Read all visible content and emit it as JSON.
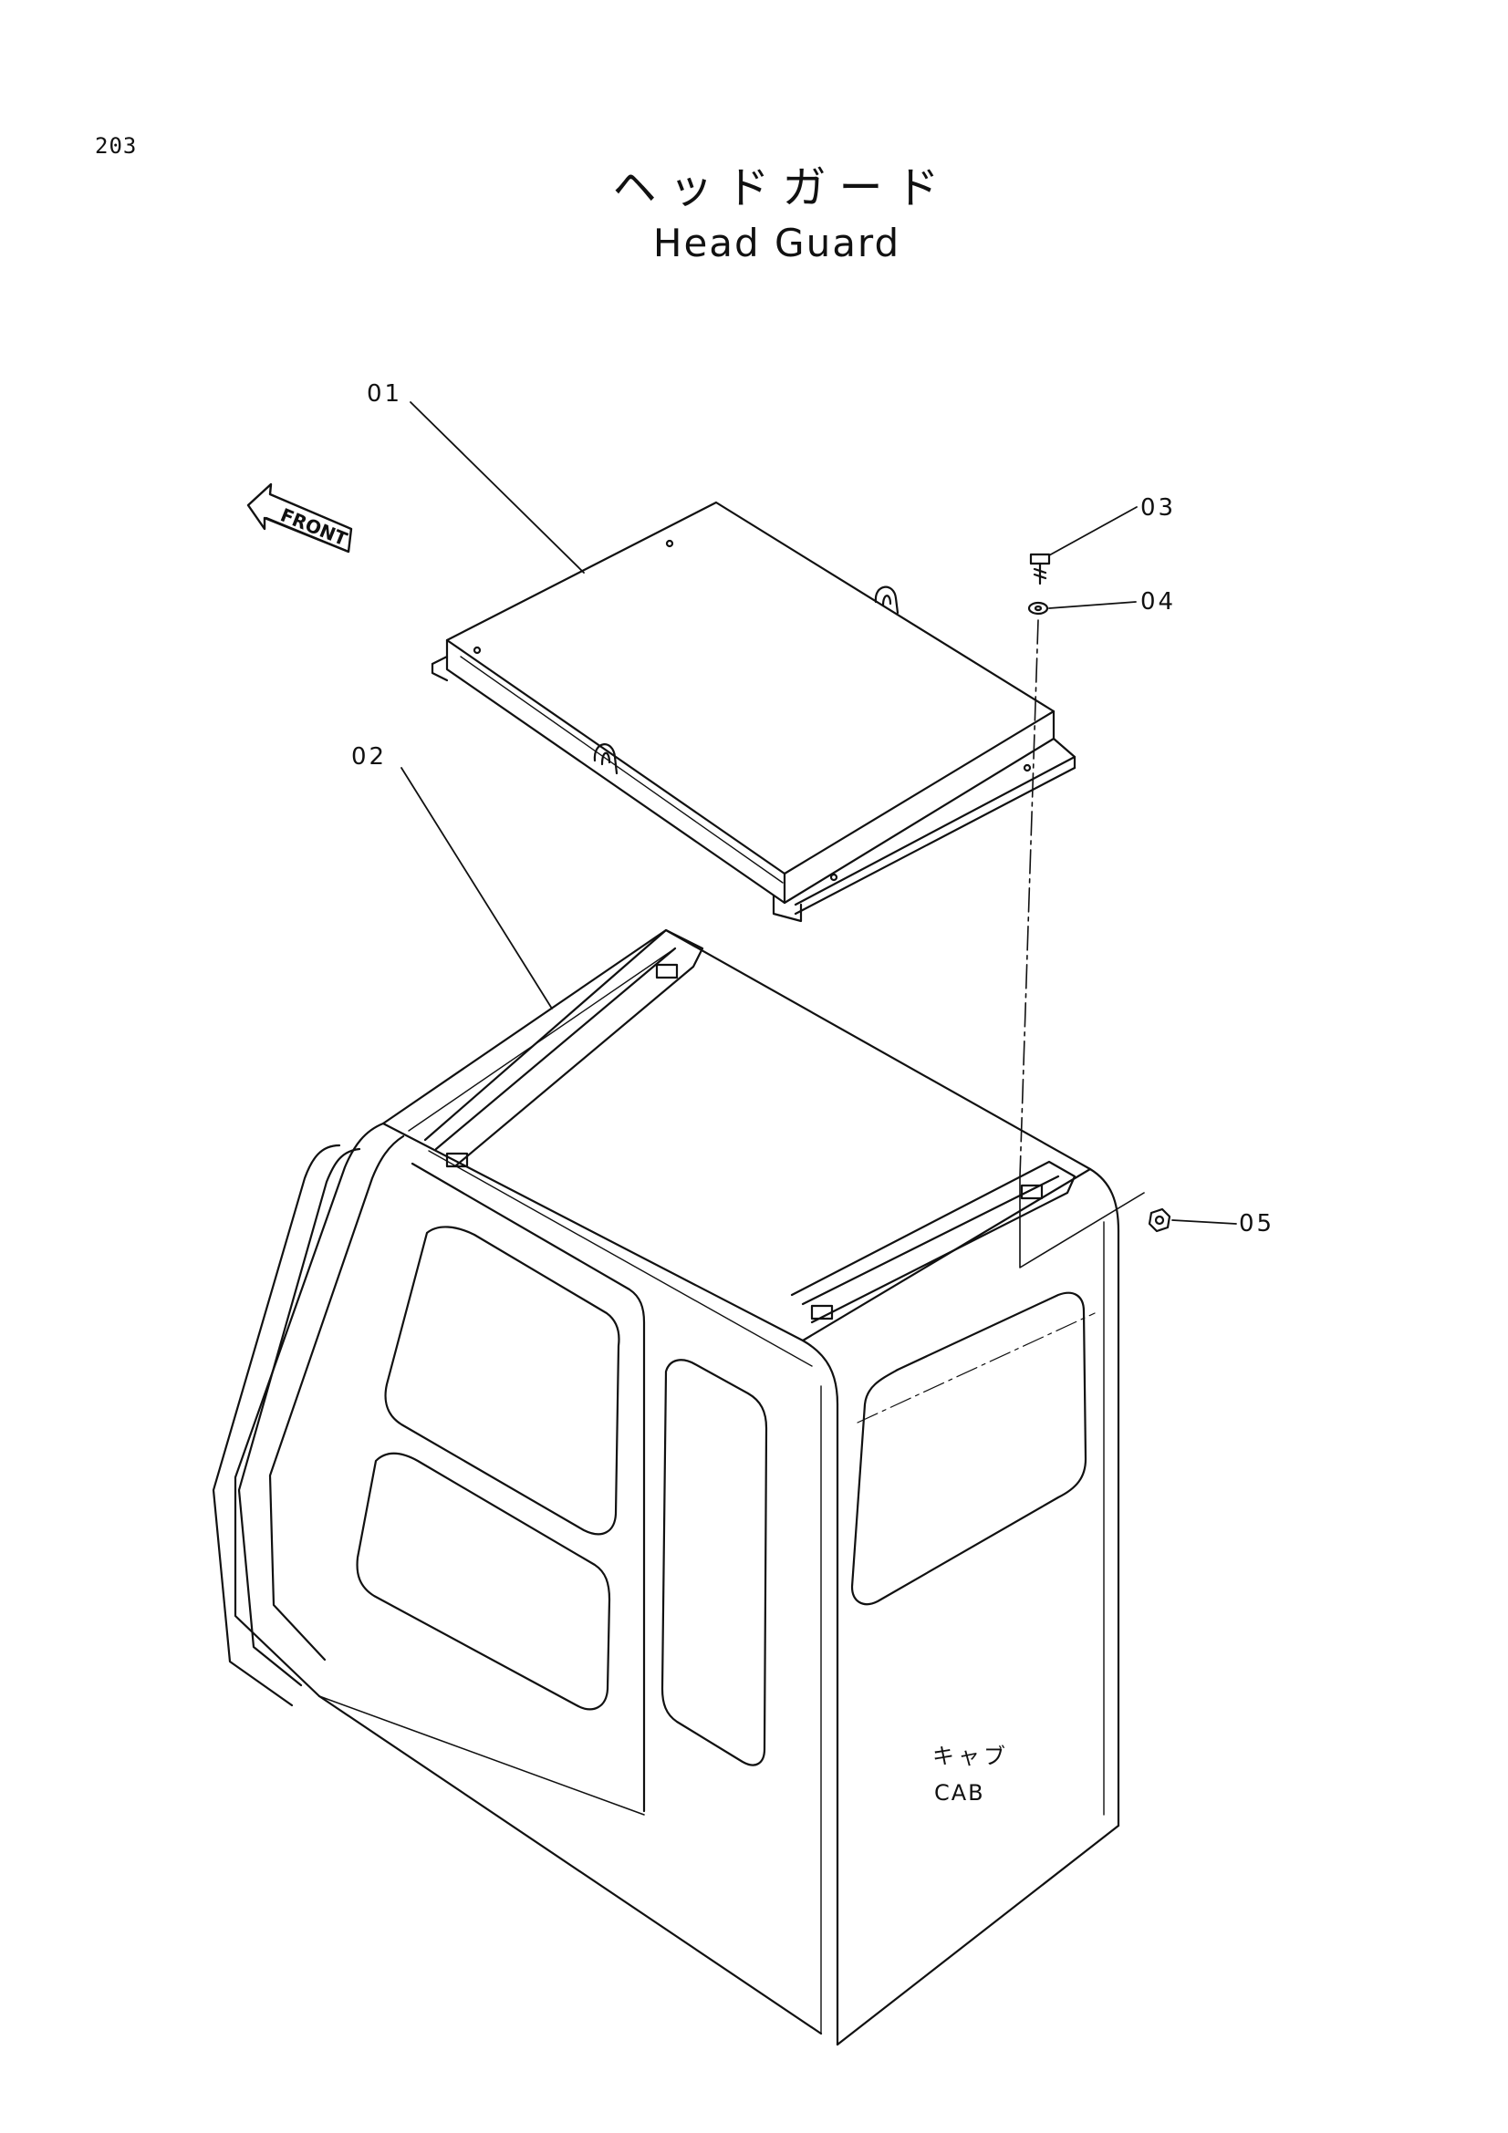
{
  "page": {
    "number": "203"
  },
  "title": {
    "japanese": "ヘッドガード",
    "english": "Head Guard"
  },
  "front_marker": {
    "label": "FRONT"
  },
  "callouts": [
    {
      "label": "01"
    },
    {
      "label": "02"
    },
    {
      "label": "03"
    },
    {
      "label": "04"
    },
    {
      "label": "05"
    }
  ],
  "cab_label": {
    "japanese": "キャブ",
    "english": "CAB"
  },
  "colors": {
    "ink": "#111111",
    "paper": "#ffffff"
  }
}
